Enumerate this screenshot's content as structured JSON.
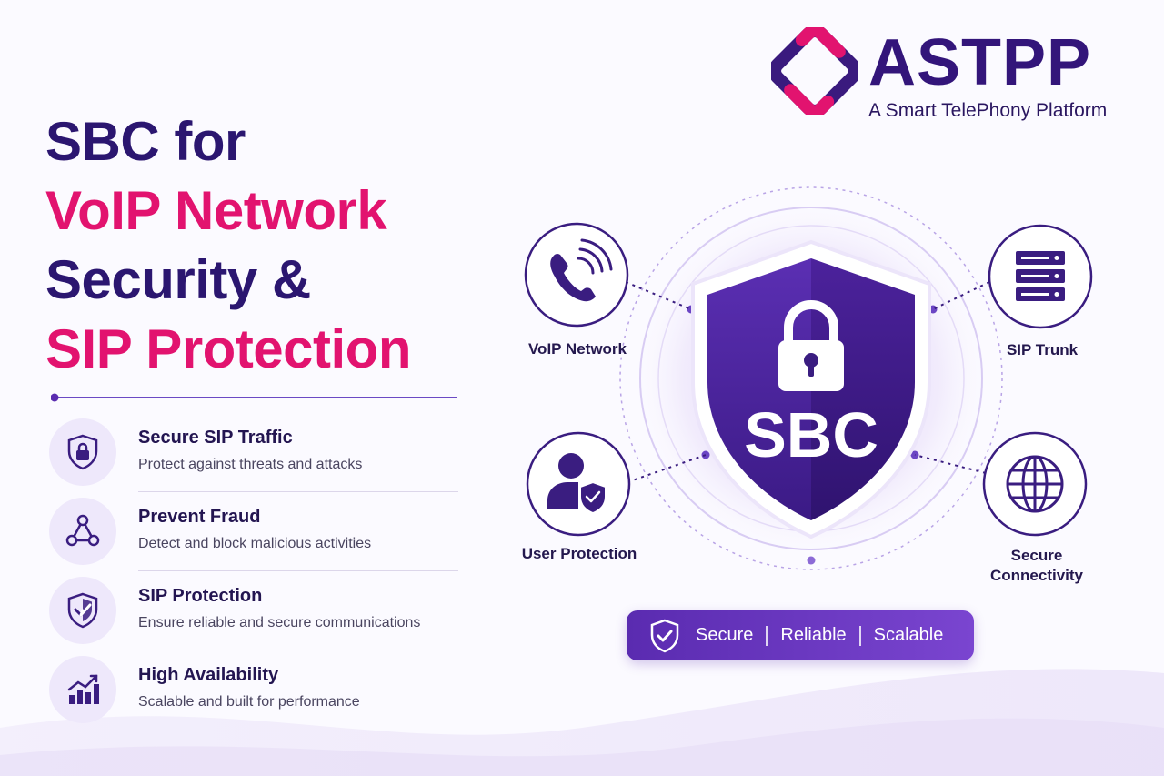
{
  "logo": {
    "title": "ASTPP",
    "subtitle": "A Smart TelePhony Platform"
  },
  "headline": {
    "line1": "SBC for",
    "line2": "VoIP Network",
    "line3": "Security &",
    "line4": "SIP Protection"
  },
  "features": [
    {
      "icon": "shield-lock-icon",
      "title": "Secure SIP Traffic",
      "desc": "Protect against threats and attacks"
    },
    {
      "icon": "network-triangle-icon",
      "title": "Prevent Fraud",
      "desc": "Detect and block malicious activities"
    },
    {
      "icon": "shield-check-icon",
      "title": "SIP Protection",
      "desc": "Ensure reliable and secure communications"
    },
    {
      "icon": "bar-chart-up-icon",
      "title": "High Availability",
      "desc": "Scalable and built for performance"
    }
  ],
  "diagram": {
    "center_label": "SBC",
    "nodes": {
      "voip": "VoIP Network",
      "sip_trunk": "SIP Trunk",
      "user_protection": "User Protection",
      "secure_connectivity_1": "Secure",
      "secure_connectivity_2": "Connectivity"
    }
  },
  "badge": {
    "item1": "Secure",
    "item2": "Reliable",
    "item3": "Scalable"
  },
  "colors": {
    "primary_dark": "#2b1670",
    "accent_pink": "#e2136f",
    "purple": "#5a2bb0",
    "light_purple": "#eee8fb"
  }
}
